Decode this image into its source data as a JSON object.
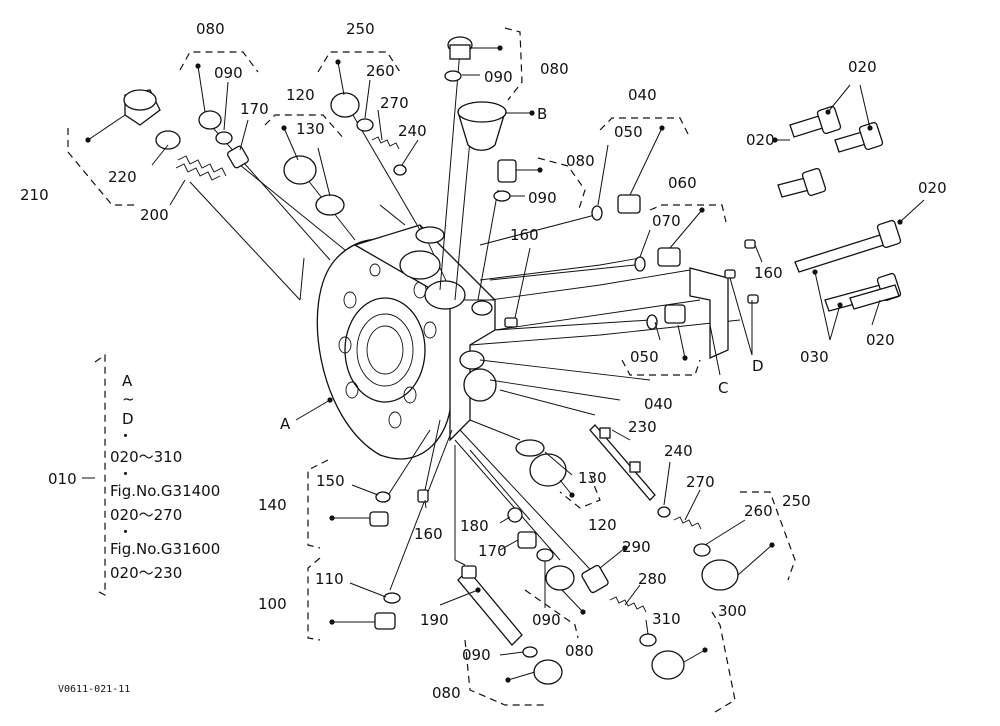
{
  "drawing_code": "V0611-021-11",
  "legend": {
    "ref": "010",
    "lines": [
      "A",
      "~",
      "D",
      "・",
      "020～310",
      "・",
      "Fig.No.G31400",
      "020～270",
      "・",
      "Fig.No.G31600",
      "020～230"
    ]
  },
  "labels": {
    "l080a": "080",
    "l090a": "090",
    "l170a": "170",
    "l250a": "250",
    "l260a": "260",
    "l270a": "270",
    "l120a": "120",
    "l130a": "130",
    "l240a": "240",
    "l220": "220",
    "l210": "210",
    "l200": "200",
    "l080b": "080",
    "l090b": "090",
    "lB": "B",
    "l080c": "080",
    "l090c": "090",
    "l040a": "040",
    "l050a": "050",
    "l060": "060",
    "l070": "070",
    "l160a": "160",
    "l160b": "160",
    "l020a": "020",
    "l020b": "020",
    "l020c": "020",
    "l020d": "020",
    "l030": "030",
    "lD": "D",
    "lC": "C",
    "l050b": "050",
    "l040b": "040",
    "lA": "A",
    "l150": "150",
    "l140": "140",
    "l160c": "160",
    "l110": "110",
    "l100": "100",
    "l130b": "130",
    "l120b": "120",
    "l230": "230",
    "l240b": "240",
    "l270b": "270",
    "l250b": "250",
    "l260b": "260",
    "l180": "180",
    "l170b": "170",
    "l090d": "090",
    "l080d": "080",
    "l290": "290",
    "l280": "280",
    "l310": "310",
    "l300": "300",
    "l190": "190",
    "l090e": "090",
    "l080e": "080"
  }
}
